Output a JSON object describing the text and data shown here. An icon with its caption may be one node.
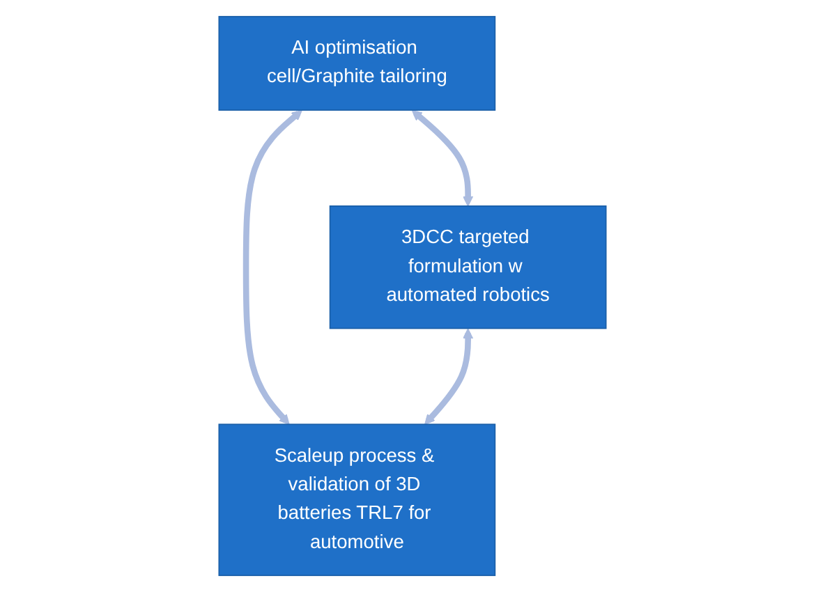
{
  "diagram": {
    "nodes": [
      {
        "text": [
          "AI optimisation cell/Graphite tailoring"
        ]
      },
      {
        "text": [
          "3DCC targeted formulation w automated robotics"
        ]
      },
      {
        "text": [
          "Scaleup process & validation of 3D batteries TRL7 for automotive"
        ]
      }
    ],
    "edges": [
      {
        "from": 0,
        "to": 1,
        "arrow": "both"
      },
      {
        "from": 0,
        "to": 2,
        "arrow": "both"
      },
      {
        "from": 1,
        "to": 2,
        "arrow": "both"
      }
    ]
  }
}
